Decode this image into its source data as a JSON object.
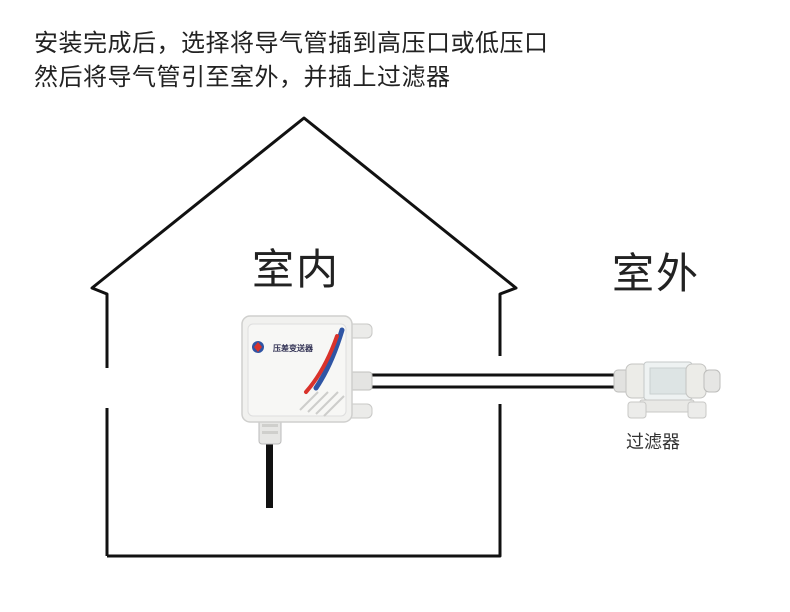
{
  "instructions": {
    "line1": "安装完成后，选择将导气管插到高压口或低压口",
    "line2": "然后将导气管引至室外，并插上过滤器"
  },
  "labels": {
    "indoor": "室内",
    "outdoor": "室外",
    "filter": "过滤器",
    "device_name": "压差变送器"
  },
  "colors": {
    "outline": "#111111",
    "device_body": "#f1f1ef",
    "accent_red": "#d9322b",
    "accent_blue": "#2f55a4"
  },
  "icons": [
    "house-outline",
    "pressure-transmitter-icon",
    "air-filter-icon"
  ]
}
